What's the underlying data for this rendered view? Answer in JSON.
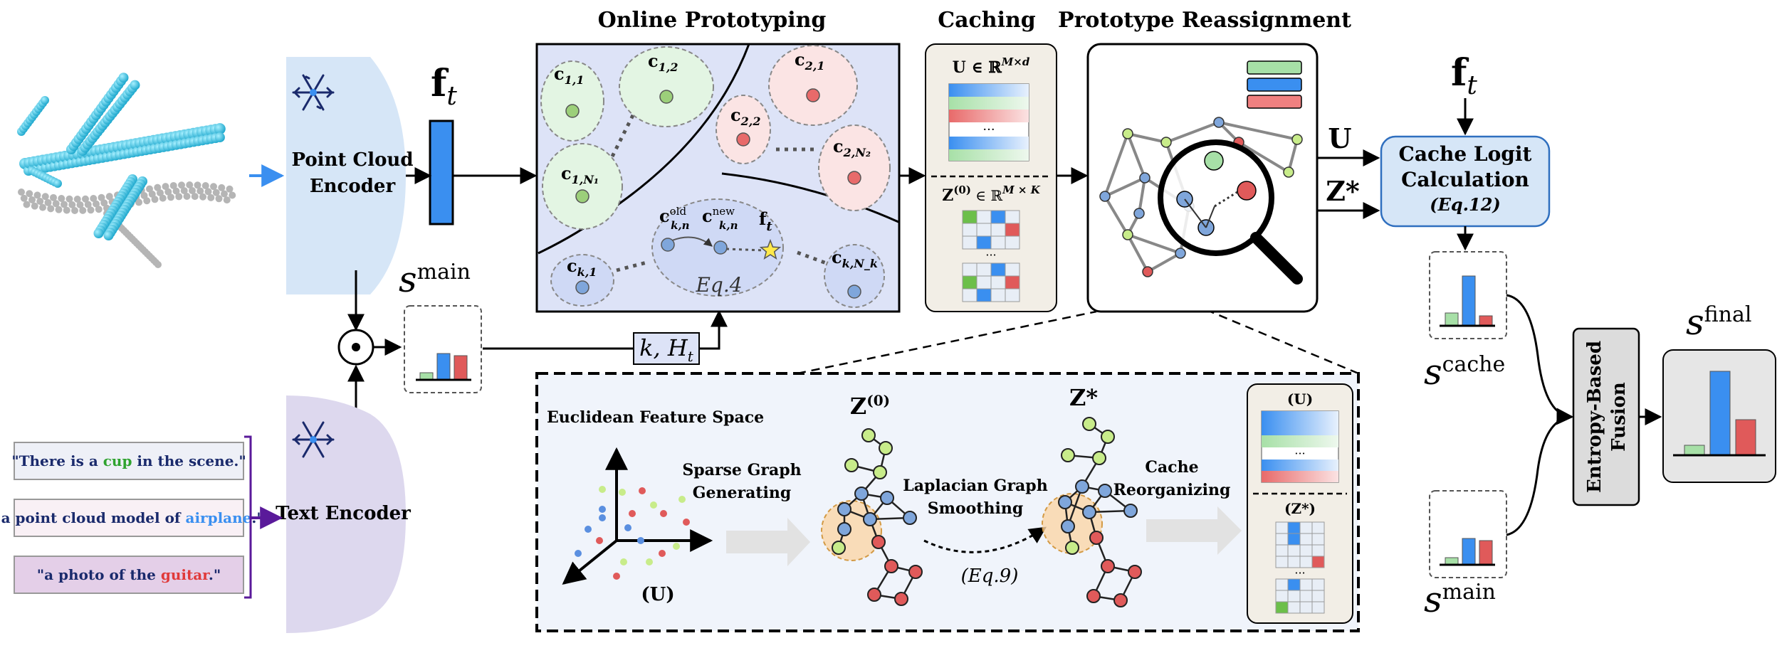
{
  "titles": {
    "online_prototyping": "Online Prototyping",
    "caching": "Caching",
    "prototype_reassignment": "Prototype Reassignment"
  },
  "encoders": {
    "point_cloud": [
      "Point Cloud",
      "Encoder"
    ],
    "text": "Text Encoder"
  },
  "prompts": [
    {
      "pre": "\"There is a ",
      "word": "cup",
      "post": " in the scene.\"",
      "word_color": "#2fa32f",
      "bg": "#eef0f7"
    },
    {
      "pre": "\"a point cloud model of ",
      "word": "airplane",
      "post": ".\"",
      "word_color": "#3a8ff0",
      "bg": "#f9f0f5"
    },
    {
      "pre": "\"a photo of the ",
      "word": "guitar",
      "post": ".\"",
      "word_color": "#e03a3a",
      "bg": "#e4cfe8"
    }
  ],
  "labels": {
    "ft": "f",
    "ft_sub": "t",
    "s_main": "s",
    "s_main_sup": "main",
    "s_cache": "s",
    "s_cache_sup": "cache",
    "s_final": "s",
    "s_final_sup": "final",
    "k_ht": "k, H",
    "k_ht_sub": "t",
    "U": "U",
    "Z_star": "Z*",
    "eq4": "Eq.4",
    "odot": "⊙"
  },
  "prototypes": {
    "c11": [
      "c",
      "1,1"
    ],
    "c12": [
      "c",
      "1,2"
    ],
    "c1N1": [
      "c",
      "1,N₁"
    ],
    "c21": [
      "c",
      "2,1"
    ],
    "c22": [
      "c",
      "2,2"
    ],
    "c2N2": [
      "c",
      "2,N₂"
    ],
    "ck1": [
      "c",
      "k,1"
    ],
    "ckn_old": [
      "c",
      "k,n",
      "old"
    ],
    "ckn_new": [
      "c",
      "k,n",
      "new"
    ],
    "ft": [
      "f",
      "t"
    ],
    "ckNk": [
      "c",
      "k,N_k"
    ]
  },
  "caching": {
    "U_label": "U ∈ ℝ",
    "U_sup": "M×d",
    "Z0_label": "Z",
    "Z0_sup": "(0)",
    "Z0_rest": " ∈ ℝ",
    "Z0_dim": "M × K",
    "dots": "···"
  },
  "cache_logit": {
    "line1": "Cache Logit",
    "line2": "Calculation",
    "eq": "(Eq.12)"
  },
  "fusion": [
    "Entropy-Based",
    "Fusion"
  ],
  "detail": {
    "feature_space": "Euclidean Feature Space",
    "sparse": [
      "Sparse Graph",
      "Generating"
    ],
    "laplacian": [
      "Laplacian Graph",
      "Smoothing"
    ],
    "eq9": "(Eq.9)",
    "cache_reorg": [
      "Cache",
      "Reorganizing"
    ],
    "U_paren": "(U)",
    "Z0": "Z",
    "Z0_sup": "(0)",
    "Zstar": "Z*",
    "panel_U": "(U)",
    "panel_Z": "(Z*)",
    "dots": "···"
  },
  "colors": {
    "blue": "#3a8ff0",
    "green": "#a7e0a7",
    "red": "#e05a5a",
    "encoder_pc": "#d6e6f7",
    "encoder_txt": "#ddd8ee",
    "panel_bg": "#dde3f7",
    "node_green": "#b8e07a",
    "node_blue": "#7fa6db",
    "node_red": "#e05a5a"
  }
}
